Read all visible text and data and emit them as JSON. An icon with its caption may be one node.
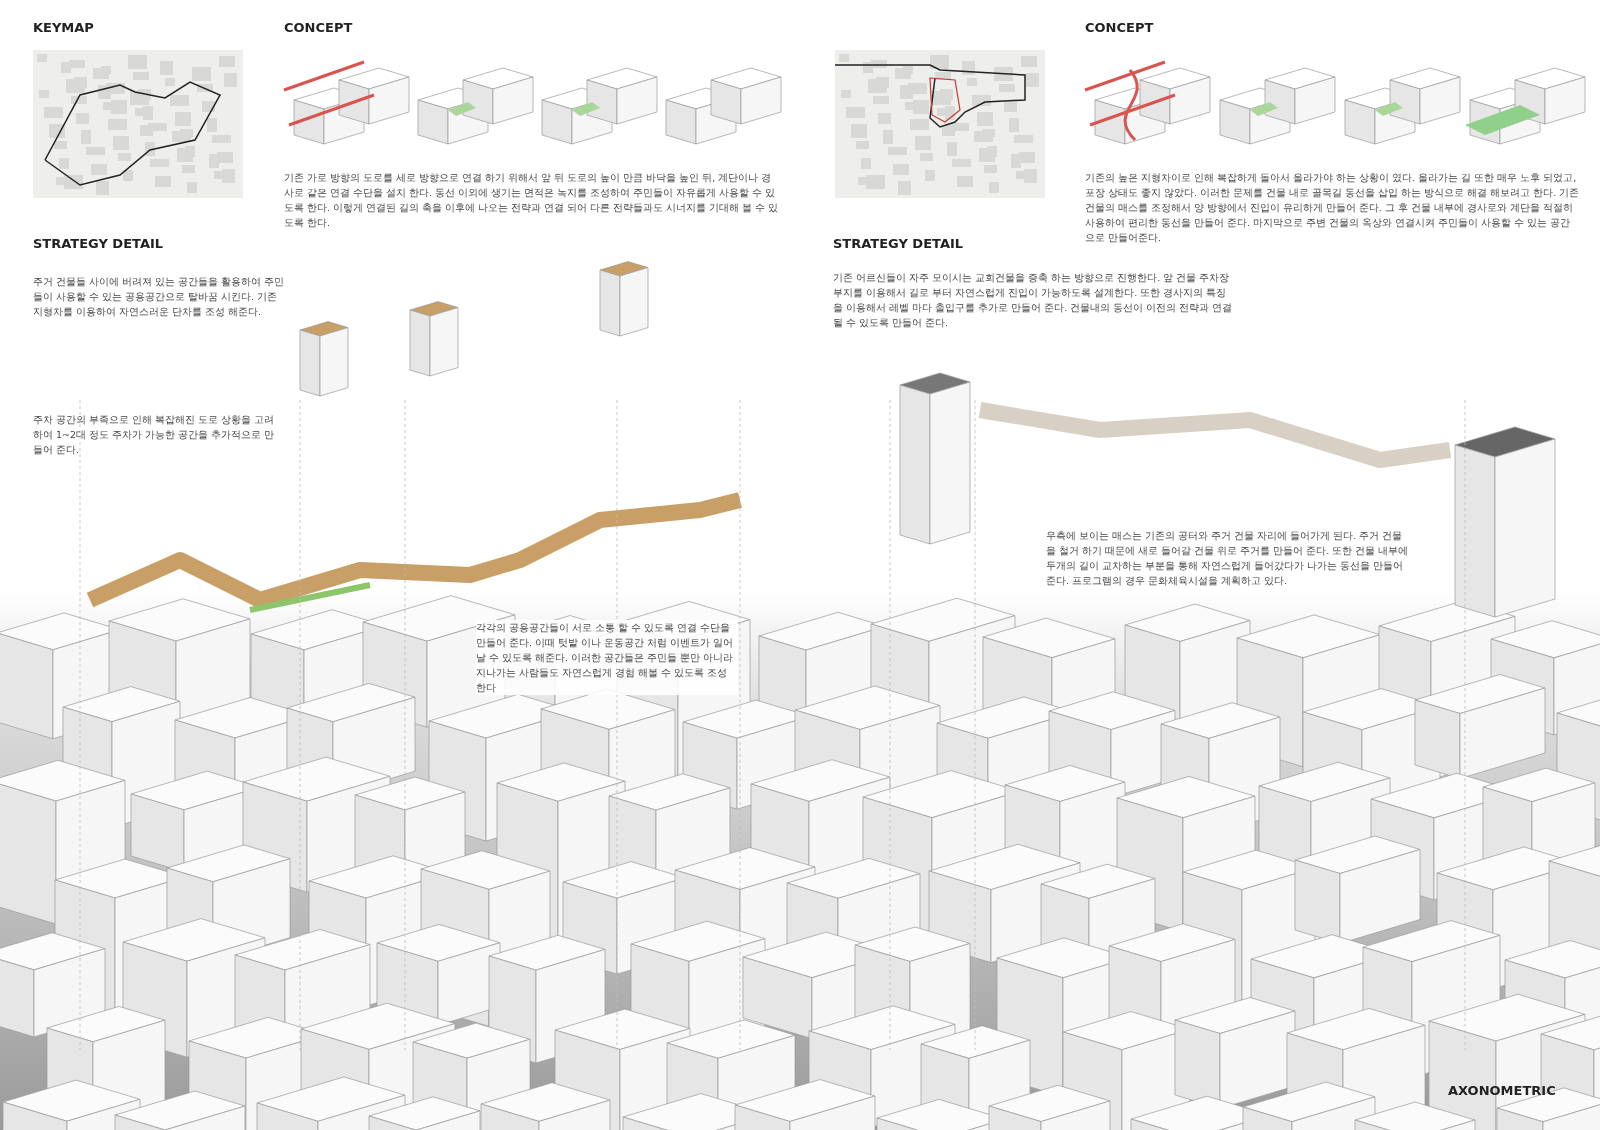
{
  "diagram": {
    "labels": [
      "KEYMAP",
      "CONCEPT",
      "기존 가로 방향의 도로를 세로 방향으로 연결 하기 위해서 앞 뒤 도로의 높이 만큼 바닥을 높인 뒤, 계단이나 경사로 같은 연결 수단을 설치 한다. 동선 이외에 생기는 면적은 녹지를 조성하여 주민들이 자유롭게 사용할 수 있도록 한다. 이렇게 연결된 길의 축을 이후에 나오는 전략과 연결 되어 다른 전략들과도 시너지를 기대해 볼 수 있도록 한다.",
      "CONCEPT",
      "기존의 높은 지형차이로 인해 복잡하게 돌아서 올라가야 하는 상황이 였다. 올라가는 길 또한 매우 노후 되었고, 포장 상태도 좋지 않았다. 이러한 문제를 건물 내로 골목길 동선을 삽입 하는 방식으로 해결 해보려고 한다. 기존 건물의 매스를 조정해서 양 방향에서 진입이 유리하게 만들어 준다. 그 후 건물 내부에 경사로와 계단을 적절히 사용하여 편리한 동선을 만들어 준다. 마지막으로 주변 건물의 옥상와 연결시켜 주민들이 사용할 수 있는 공간으로 만들어준다.",
      "STRATEGY DETAIL",
      "주거 건물들 사이에 버려져 있는 공간들을 활용하여 주민들이 사용할 수 있는 공용공간으로 탈바꿈 시킨다. 기존 지형차를 이용하여 자연스러운 단차를 조성 해준다.",
      "STRATEGY DETAIL",
      "기존 어르신들이 자주 모이시는 교회건물을 증축 하는 방향으로 진행한다. 앞 건물 주차장 부지를 이용해서 길로 부터 자연스럽게 진입이 가능하도록 설계한다. 또한 경사지의 특징을 이용해서 레벨 마다 출입구를 추가로 만들어 준다. 건물내의 동선이 이전의 전략과 연결 될 수 있도록 만들어 준다.",
      "주차 공간의 부족으로 인해 복잡해진 도로 상황을 고려 하여 1~2대 정도 주차가 가능한 공간을 추가적으로 만들어 준다.",
      "각각의 공용공간들이 서로 소통 할 수 있도록 연결 수단을 만들어 준다. 이때 텃밭 이나 운동공간 처럼 이벤트가 일어 날 수 있도록 해준다. 이러한 공간들은 주민들 뿐만 아니라 지나가는 사람들도 자연스럽게 경험 해볼 수 있도록 조성 한다",
      "우측에 보이는 매스는 기존의 공터와 주거 건물 자리에 들어가게 된다. 주거 건물을 철거 하기 때문에 새로 들어갈 건물 위로 주거를 만들어 준다. 또한 건물 내부에 두개의 길이 교차하는 부분을 통해 자연스럽게 들어갔다가 나가는 동선을 만들어 준다. 프로그램의 경우 문화체육시설을 계획하고 있다.",
      "AXONOMETRIC"
    ]
  }
}
